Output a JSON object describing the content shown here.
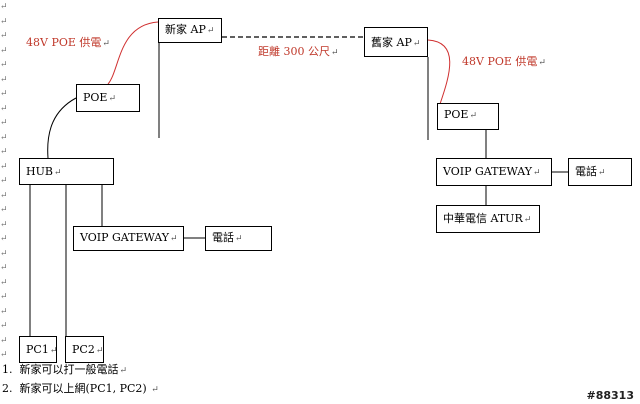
{
  "nodes": {
    "new_ap": "新家 AP",
    "old_ap": "舊家 AP",
    "poe_left": "POE",
    "poe_right": "POE",
    "hub": "HUB",
    "voip_left": "VOIP GATEWAY",
    "phone_left": "電話",
    "voip_right": "VOIP GATEWAY",
    "phone_right": "電話",
    "atur": "中華電信 ATUR",
    "pc1": "PC1",
    "pc2": "PC2"
  },
  "annotations": {
    "poe_power_left": "48V POE 供電",
    "poe_power_right": "48V POE 供電",
    "distance": "距離 300 公尺"
  },
  "notes": {
    "item1_num": "1.",
    "item1_text": "新家可以打一般電話",
    "item2_num": "2.",
    "item2_text": "新家可以上網(PC1, PC2)"
  },
  "paragraph_mark": "↵",
  "watermark": "#88313",
  "colors": {
    "annotation": "#c0392b",
    "line": "#000000",
    "power_line": "#d03030"
  }
}
